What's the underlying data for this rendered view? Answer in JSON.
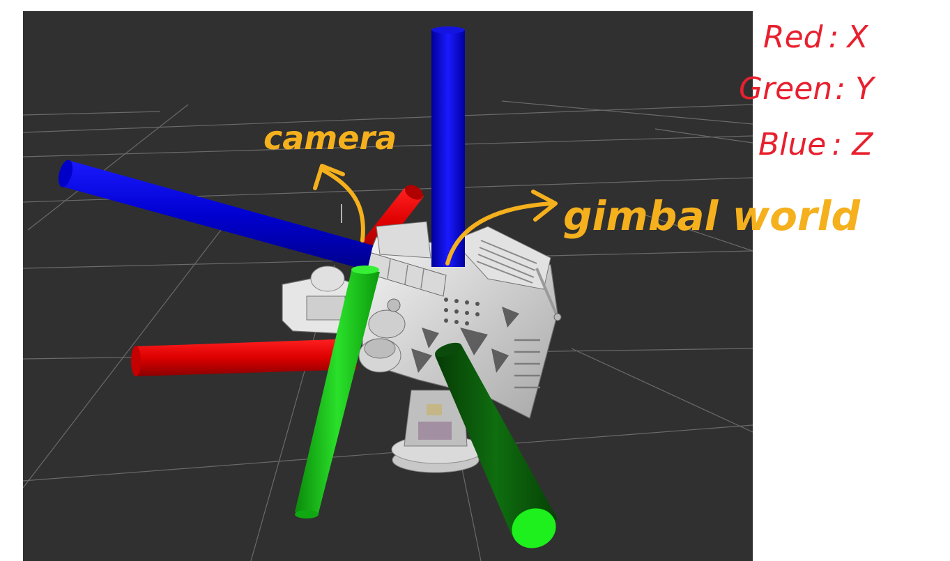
{
  "legend": {
    "red_label": "Red",
    "red_axis": "X",
    "green_label": "Green",
    "green_axis": "Y",
    "blue_label": "Blue",
    "blue_axis": "Z"
  },
  "annotations": {
    "camera": "camera",
    "gimbal_world": "gimbal world"
  },
  "colors": {
    "viewport_bg": "#303030",
    "grid": "#6a6a6a",
    "axis_red": "#e00000",
    "axis_green": "#14c814",
    "axis_dark_green": "#0c5a0c",
    "axis_blue": "#0000dd",
    "annotation_orange": "#f5b01d",
    "legend_red": "#e8202e",
    "robot_body": "#d8d8d8"
  }
}
